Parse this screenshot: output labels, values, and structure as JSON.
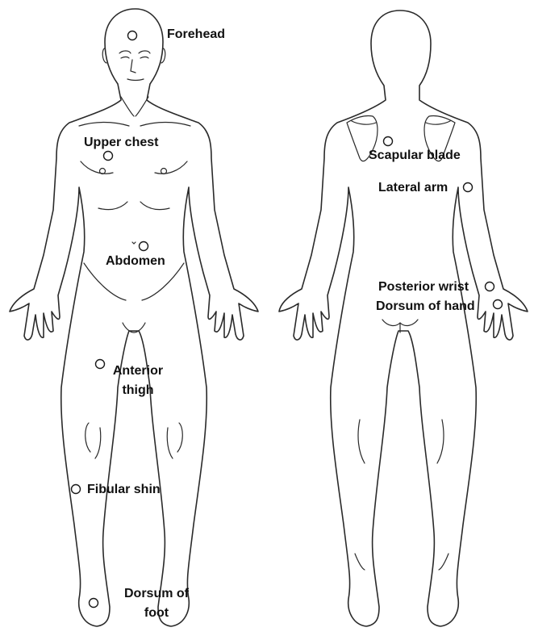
{
  "figure": {
    "views": [
      "anterior",
      "posterior"
    ],
    "sites": [
      {
        "id": "forehead",
        "label": "Forehead",
        "view": "anterior"
      },
      {
        "id": "upper-chest",
        "label": "Upper chest",
        "view": "anterior"
      },
      {
        "id": "abdomen",
        "label": "Abdomen",
        "view": "anterior"
      },
      {
        "id": "anterior-thigh",
        "label": "Anterior thigh",
        "view": "anterior"
      },
      {
        "id": "fibular-shin",
        "label": "Fibular shin",
        "view": "anterior"
      },
      {
        "id": "dorsum-of-foot",
        "label": "Dorsum of foot",
        "view": "anterior"
      },
      {
        "id": "scapular-blade",
        "label": "Scapular blade",
        "view": "posterior"
      },
      {
        "id": "lateral-arm",
        "label": "Lateral arm",
        "view": "posterior"
      },
      {
        "id": "posterior-wrist",
        "label": "Posterior wrist",
        "view": "posterior"
      },
      {
        "id": "dorsum-of-hand",
        "label": "Dorsum of hand",
        "view": "posterior"
      }
    ]
  },
  "labels": {
    "forehead": "Forehead",
    "upper_chest": "Upper chest",
    "abdomen": "Abdomen",
    "anterior_thigh_1": "Anterior",
    "anterior_thigh_2": "thigh",
    "fibular_shin": "Fibular shin",
    "dorsum_of_foot_1": "Dorsum of",
    "dorsum_of_foot_2": "foot",
    "scapular_blade": "Scapular blade",
    "lateral_arm": "Lateral arm",
    "posterior_wrist": "Posterior wrist",
    "dorsum_of_hand": "Dorsum of hand"
  },
  "colors": {
    "line": "#2a2a2a",
    "text": "#111111",
    "background": "#ffffff"
  }
}
